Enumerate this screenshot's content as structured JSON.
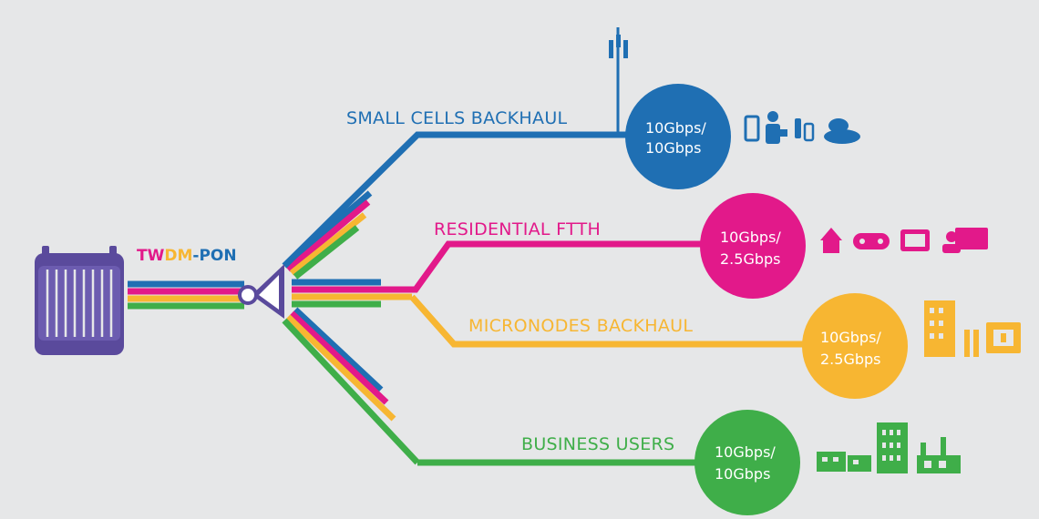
{
  "title_parts": [
    "TW",
    "DM",
    "-PON"
  ],
  "colors": {
    "blue": "#1f6fb3",
    "magenta": "#e2198a",
    "yellow": "#f7b632",
    "green": "#3fae49",
    "purple": "#5a4a9c",
    "background": "#e6e7e8"
  },
  "branches": [
    {
      "label": "SMALL CELLS BACKHAUL",
      "rate_top": "10Gbps/",
      "rate_bottom": "10Gbps",
      "color": "#1f6fb3",
      "icons": [
        "tower-icon",
        "mobile-phone-icon",
        "person-icon",
        "phones-icon",
        "chat-icon"
      ]
    },
    {
      "label": "RESIDENTIAL FTTH",
      "rate_top": "10Gbps/",
      "rate_bottom": "2.5Gbps",
      "color": "#e2198a",
      "icons": [
        "house-icon",
        "gamepad-icon",
        "tv-icon",
        "video-call-icon"
      ]
    },
    {
      "label": "MICRONODES BACKHAUL",
      "rate_top": "10Gbps/",
      "rate_bottom": "2.5Gbps",
      "color": "#f7b632",
      "icons": [
        "building-icon",
        "pillar-icon",
        "panel-icon"
      ]
    },
    {
      "label": "BUSINESS USERS",
      "rate_top": "10Gbps/",
      "rate_bottom": "10Gbps",
      "color": "#3fae49",
      "icons": [
        "shops-icon",
        "office-tower-icon",
        "factory-icon"
      ]
    }
  ],
  "devices": [
    "olt-rack-icon",
    "splitter-icon"
  ]
}
